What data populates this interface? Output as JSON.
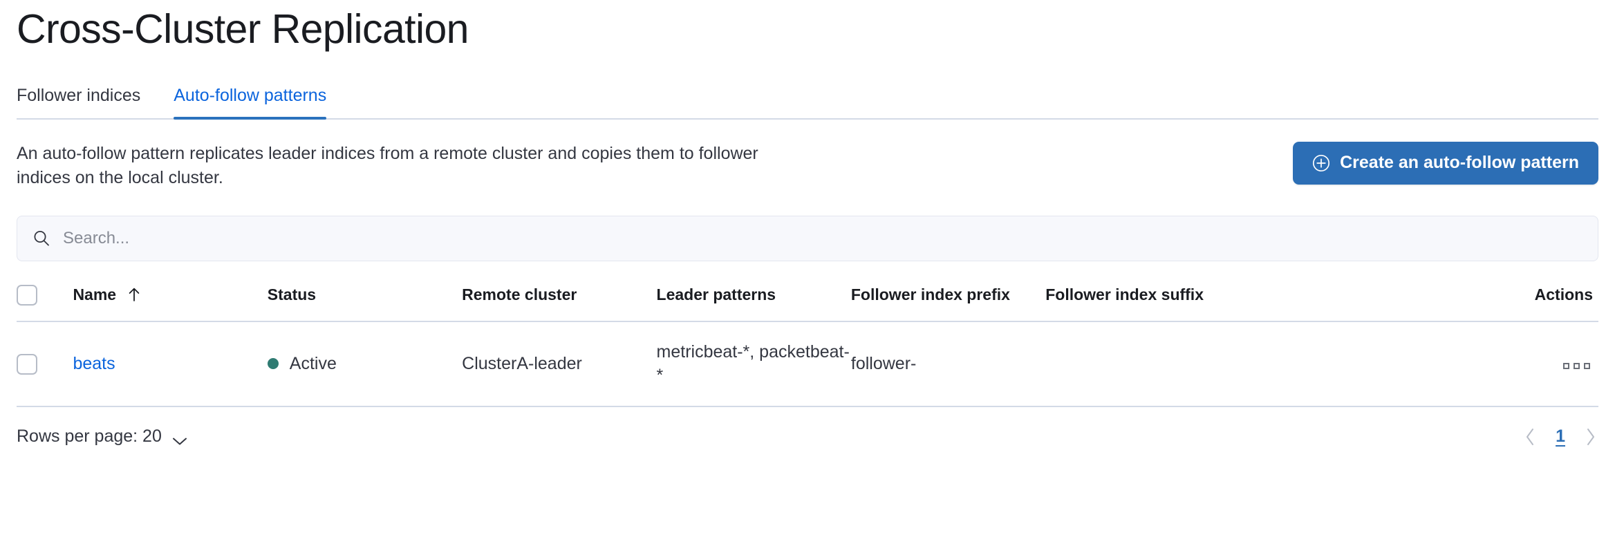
{
  "page_title": "Cross-Cluster Replication",
  "tabs": [
    {
      "label": "Follower indices",
      "active": false
    },
    {
      "label": "Auto-follow patterns",
      "active": true
    }
  ],
  "intro": {
    "description": "An auto-follow pattern replicates leader indices from a remote cluster and copies them to follower indices on the local cluster.",
    "create_button_label": "Create an auto-follow pattern",
    "create_button_icon": "plus-in-circle-icon"
  },
  "search": {
    "placeholder": "Search...",
    "value": "",
    "icon": "search-icon"
  },
  "table": {
    "columns": [
      {
        "key": "select",
        "label": ""
      },
      {
        "key": "name",
        "label": "Name",
        "sort": "asc",
        "sort_icon": "arrow-up-icon"
      },
      {
        "key": "status",
        "label": "Status"
      },
      {
        "key": "remote_cluster",
        "label": "Remote cluster"
      },
      {
        "key": "leader_patterns",
        "label": "Leader patterns"
      },
      {
        "key": "follower_index_prefix",
        "label": "Follower index prefix"
      },
      {
        "key": "follower_index_suffix",
        "label": "Follower index suffix"
      },
      {
        "key": "actions",
        "label": "Actions"
      }
    ],
    "rows": [
      {
        "name": "beats",
        "status": "Active",
        "status_color": "#2f7b72",
        "remote_cluster": "ClusterA-leader",
        "leader_patterns": "metricbeat-*, packetbeat-*",
        "follower_index_prefix": "follower-",
        "follower_index_suffix": "",
        "actions_icon": "more-actions-icon"
      }
    ]
  },
  "footer": {
    "rows_per_page_label": "Rows per page: 20",
    "rows_per_page_icon": "chevron-down-icon",
    "prev_icon": "chevron-left-icon",
    "next_icon": "chevron-right-icon",
    "current_page": "1"
  },
  "colors": {
    "primary": "#2c6eb5",
    "link": "#0b64dd",
    "status_active": "#2f7b72",
    "border": "#d3dae6",
    "text": "#343741"
  }
}
